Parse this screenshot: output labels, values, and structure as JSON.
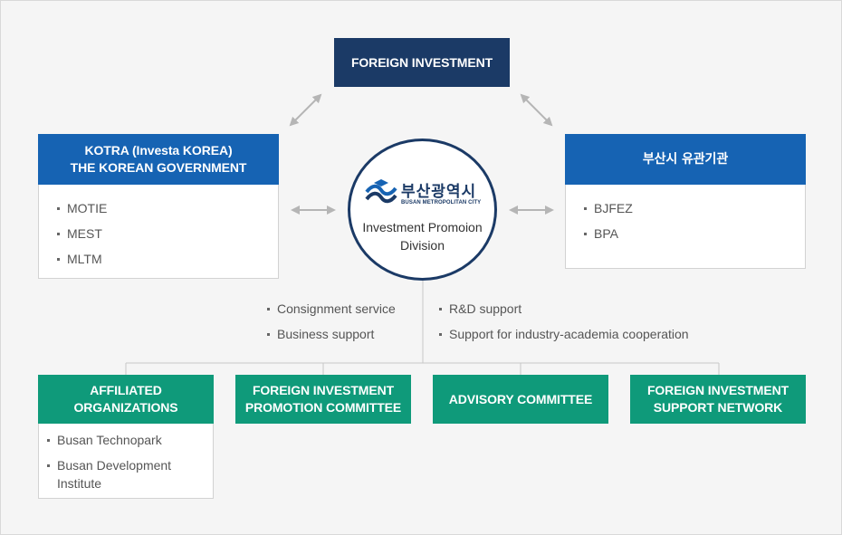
{
  "top_box": {
    "title": "FOREIGN INVESTMENT"
  },
  "left_box": {
    "title_line1": "KOTRA (Investa KOREA)",
    "title_line2": "THE KOREAN GOVERNMENT",
    "items": [
      "MOTIE",
      "MEST",
      "MLTM"
    ]
  },
  "right_box": {
    "title": "부산시 유관기관",
    "items": [
      "BJFEZ",
      "BPA"
    ]
  },
  "center": {
    "logo_korean": "부산광역시",
    "logo_english": "BUSAN METROPOLITAN CITY",
    "label_line1": "Investment Promoion",
    "label_line2": "Division"
  },
  "notes_left": [
    "Consignment service",
    "Business support"
  ],
  "notes_right": [
    "R&D support",
    "Support for industry-academia cooperation"
  ],
  "bottom_boxes": {
    "affiliated": {
      "title_line1": "AFFILIATED",
      "title_line2": "ORGANIZATIONS",
      "items": [
        "Busan Technopark",
        "Busan Development Institute"
      ]
    },
    "promotion_committee": {
      "title_line1": "FOREIGN INVESTMENT",
      "title_line2": "PROMOTION COMMITTEE"
    },
    "advisory": {
      "title": "ADVISORY COMMITTEE"
    },
    "support_network": {
      "title_line1": "FOREIGN INVESTMENT",
      "title_line2": "SUPPORT NETWORK"
    }
  },
  "colors": {
    "navy": "#1b3a66",
    "blue": "#1663b3",
    "green": "#0f9a7a",
    "arrow": "#b5b5b5"
  }
}
